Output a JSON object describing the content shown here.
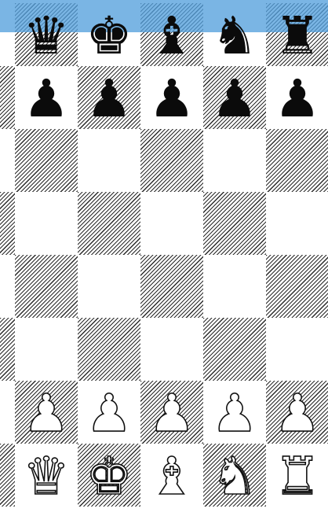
{
  "board": {
    "visible_ranks": 8,
    "visible_files": 5.25,
    "top_highlight_color": "#54a0dc",
    "square_colors": {
      "light": "#ffffff",
      "dark_hatch": "#2a2a2a"
    }
  },
  "pieces": [
    {
      "row": 0,
      "col": 0,
      "color": "black",
      "type": "queen"
    },
    {
      "row": 0,
      "col": 1,
      "color": "black",
      "type": "king"
    },
    {
      "row": 0,
      "col": 2,
      "color": "black",
      "type": "bishop"
    },
    {
      "row": 0,
      "col": 3,
      "color": "black",
      "type": "knight"
    },
    {
      "row": 0,
      "col": 4,
      "color": "black",
      "type": "rook"
    },
    {
      "row": 1,
      "col": 0,
      "color": "black",
      "type": "pawn"
    },
    {
      "row": 1,
      "col": 1,
      "color": "black",
      "type": "pawn"
    },
    {
      "row": 1,
      "col": 2,
      "color": "black",
      "type": "pawn"
    },
    {
      "row": 1,
      "col": 3,
      "color": "black",
      "type": "pawn"
    },
    {
      "row": 1,
      "col": 4,
      "color": "black",
      "type": "pawn"
    },
    {
      "row": 6,
      "col": 0,
      "color": "white",
      "type": "pawn"
    },
    {
      "row": 6,
      "col": 1,
      "color": "white",
      "type": "pawn"
    },
    {
      "row": 6,
      "col": 2,
      "color": "white",
      "type": "pawn"
    },
    {
      "row": 6,
      "col": 3,
      "color": "white",
      "type": "pawn"
    },
    {
      "row": 6,
      "col": 4,
      "color": "white",
      "type": "pawn"
    },
    {
      "row": 7,
      "col": 0,
      "color": "white",
      "type": "queen"
    },
    {
      "row": 7,
      "col": 1,
      "color": "white",
      "type": "king"
    },
    {
      "row": 7,
      "col": 2,
      "color": "white",
      "type": "bishop"
    },
    {
      "row": 7,
      "col": 3,
      "color": "white",
      "type": "knight"
    },
    {
      "row": 7,
      "col": 4,
      "color": "white",
      "type": "rook"
    }
  ]
}
